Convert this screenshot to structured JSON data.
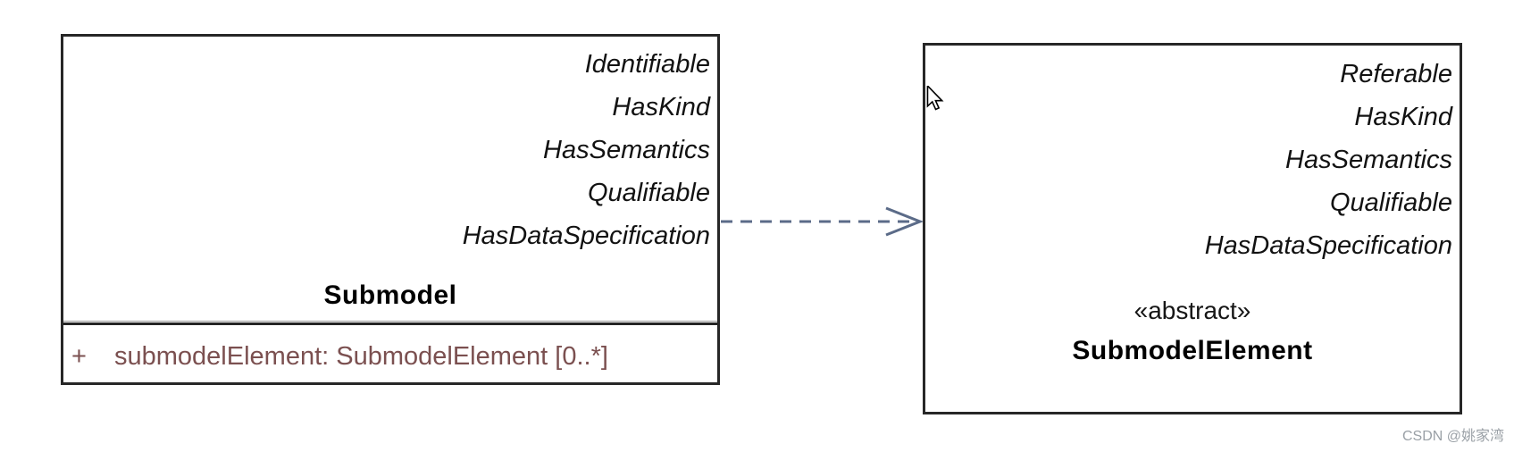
{
  "left_class": {
    "interfaces": [
      "Identifiable",
      "HasKind",
      "HasSemantics",
      "Qualifiable",
      "HasDataSpecification"
    ],
    "name": "Submodel",
    "attributes": [
      {
        "visibility": "+",
        "text": "submodelElement: SubmodelElement [0..*]"
      }
    ]
  },
  "right_class": {
    "interfaces": [
      "Referable",
      "HasKind",
      "HasSemantics",
      "Qualifiable",
      "HasDataSpecification"
    ],
    "stereotype": "«abstract»",
    "name": "SubmodelElement"
  },
  "relationship": {
    "style": "dashed-open-arrow",
    "from": "Submodel",
    "to": "SubmodelElement"
  },
  "watermark": {
    "text": "CSDN @姚家湾"
  },
  "colors": {
    "box_border": "#272727",
    "interface_text": "#121212",
    "attribute_text": "#7b5050",
    "arrow": "#5b6b88",
    "watermark": "#9aa0a6"
  }
}
